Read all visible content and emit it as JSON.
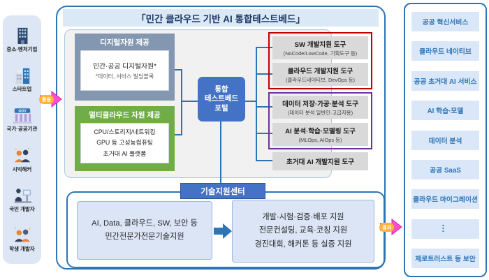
{
  "title": "「민간 클라우드 기반 AI 통합테스트베드」",
  "colors": {
    "frame_blue": "#2e75b6",
    "hub_blue": "#4472c4",
    "slate_provider": "#8497b0",
    "green_provider": "#70ad47",
    "tool_gray": "#d9d9d9",
    "group_red": "#c00000",
    "group_purple": "#7030a0",
    "light_blue_fill": "#d9e7f8",
    "flow_magenta": "#ff40c8",
    "flow_label_orange": "#ffb338"
  },
  "left_sidebar": {
    "gov_label": "GOV",
    "items": [
      {
        "label": "중소·벤처기업",
        "icon": "office-building-icon"
      },
      {
        "label": "스타트업",
        "icon": "startup-buildings-icon"
      },
      {
        "label": "국가·공공기관",
        "icon": "government-building-icon"
      },
      {
        "label": "시빅해커",
        "icon": "people-group-icon"
      },
      {
        "label": "국민 개발자",
        "icon": "developer-desk-icon"
      },
      {
        "label": "학생 개발자",
        "icon": "students-icon"
      }
    ]
  },
  "flow_labels": {
    "left": "활용",
    "right": "결과"
  },
  "providers": {
    "digital": {
      "header": "디지털자원 제공",
      "line1": "민간·공공 디지털자원*",
      "line2": "*데이터, 서비스 빌딩블록"
    },
    "multicloud": {
      "header": "멀티클라우드 자원 제공",
      "lines": [
        "CPU/스토리지/네트워킹",
        "GPU 등 고성능컴퓨팅",
        "초거대 AI 플랫폼"
      ]
    }
  },
  "hub": {
    "line1": "통합",
    "line2": "테스트베드",
    "line3": "포털"
  },
  "tools": {
    "sw_group": [
      {
        "title": "SW 개발지원 도구",
        "sub": "(NoCode/LowCode, 기획도구 등)"
      },
      {
        "title": "클라우드 개발지원 도구",
        "sub": "(클라우드네이티브, DevOps 등)"
      }
    ],
    "data_group": [
      {
        "title": "데이터 저장·가공·분석 도구",
        "sub": "(데이터 분석 일반인·고급자용)"
      },
      {
        "title": "AI 분석·학습·모델링 도구",
        "sub": "(MLOps, AIOps 등)"
      }
    ],
    "hyperscale": "초거대 AI 개발지원 도구"
  },
  "support_center": {
    "title": "기술지원센터",
    "left_box": [
      "AI, Data, 클라우드, SW, 보안 등",
      "민간전문가전문기술지원"
    ],
    "right_box": [
      "개발·시험·검증·배포 지원",
      "전문컨설팅, 교육·코칭 지원",
      "경진대회, 해커톤 등 실증 지원"
    ]
  },
  "right_sidebar": {
    "items": [
      "공공 혁신서비스",
      "클라우드 네이티브",
      "공공 초거대 AI 서비스",
      "AI 학습·모델",
      "데이터 분석",
      "공공 SaaS",
      "클라우드 마이그레이션",
      "…",
      "제로트러스트 등 보안"
    ]
  }
}
